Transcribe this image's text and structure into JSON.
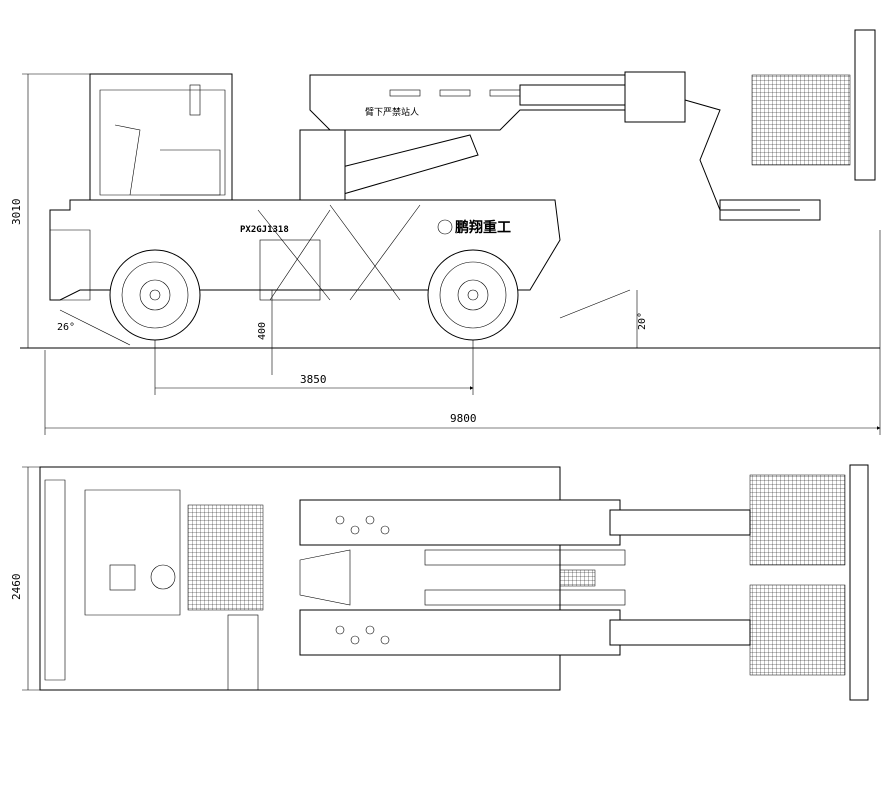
{
  "side_view": {
    "height_dim": "3010",
    "front_angle": "26°",
    "rear_angle": "20°",
    "ground_clearance": "400",
    "wheelbase": "3850",
    "overall_length": "9800",
    "model_label": "PX2GJ1318",
    "brand_label": "鹏翔重工",
    "warning_label": "臂下严禁站人"
  },
  "top_view": {
    "width_dim": "2460"
  }
}
